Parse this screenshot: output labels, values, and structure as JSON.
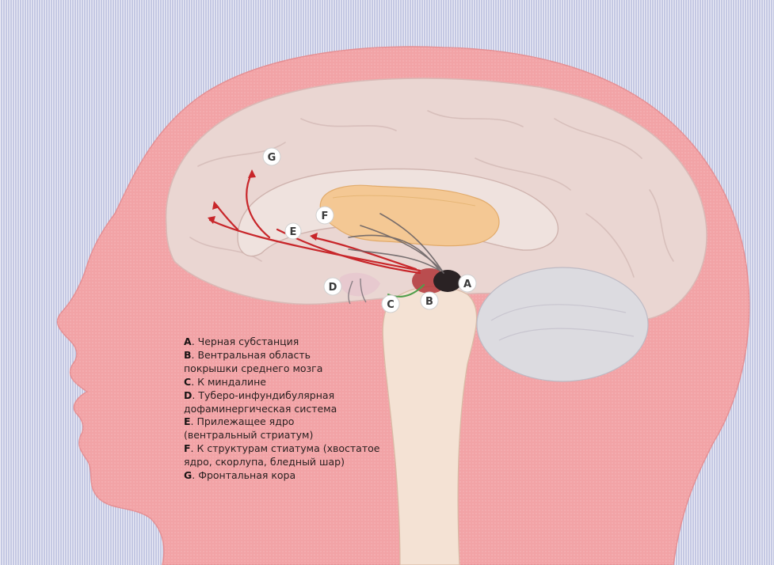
{
  "figure": {
    "background_color": "#d4d6ea",
    "head_color": "#f2a3a6",
    "brain_color": "#ead6d2",
    "striatum_color": "#f4c894",
    "pathway_color": "#c8262a",
    "green_pathway_color": "#4f9e4a",
    "substantia_nigra_color": "#2a2224",
    "vta_color": "#b23538"
  },
  "markers": [
    {
      "id": "G",
      "label": "G"
    },
    {
      "id": "F",
      "label": "F"
    },
    {
      "id": "E",
      "label": "E"
    },
    {
      "id": "D",
      "label": "D"
    },
    {
      "id": "C",
      "label": "C"
    },
    {
      "id": "B",
      "label": "B"
    },
    {
      "id": "A",
      "label": "A"
    }
  ],
  "legend": [
    {
      "letter": "A",
      "text": ". Черная субстанция"
    },
    {
      "letter": "B",
      "text": ". Вентральная область\nпокрышки среднего мозга"
    },
    {
      "letter": "C",
      "text": ". К миндалине"
    },
    {
      "letter": "D",
      "text": ". Туберо-инфундибулярная\nдофаминергическая система"
    },
    {
      "letter": "E",
      "text": ". Прилежащее ядро\n(вентральный стриатум)"
    },
    {
      "letter": "F",
      "text": ". К структурам стиатума (хвостатое\nядро, скорлупа, бледный шар)"
    },
    {
      "letter": "G",
      "text": ". Фронтальная кора"
    }
  ]
}
